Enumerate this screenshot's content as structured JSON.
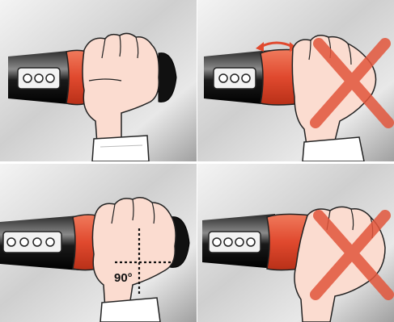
{
  "panels": [
    {
      "id": "correct-grip",
      "status": "correct"
    },
    {
      "id": "twisting-grip",
      "status": "incorrect"
    },
    {
      "id": "perpendicular-grip",
      "status": "correct",
      "angle_label": "90°"
    },
    {
      "id": "tilted-grip",
      "status": "incorrect"
    }
  ],
  "colors": {
    "background_light": "#f2f2f2",
    "background_dark": "#9a9a9a",
    "grip_red": "#e0492e",
    "handle_black": "#0f0f0f",
    "skin": "#fbdcd0",
    "cross_red": "#e2563c",
    "rotate_arrow": "#e0492e"
  },
  "icons": [
    "rotate-arrow-icon",
    "cross-icon",
    "crosshair-icon"
  ]
}
